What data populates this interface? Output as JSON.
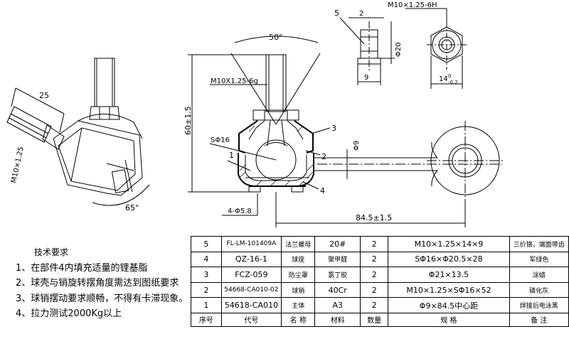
{
  "drawing": {
    "angle_top": "50°",
    "angle_side": "65°",
    "thread_label": "M10X1.25-6g",
    "thread_left": "M10×1.25",
    "dim_25": "25",
    "dim_60": "60±1.5",
    "dim_sphere": "SΦ16",
    "dim_phi9": "Φ9",
    "dim_phi58": "4-Φ5.8",
    "dim_len": "84.5±1.5",
    "nut_thread": "M10×1.25-6H",
    "nut_dia": "Φ20",
    "nut_9": "9",
    "nut_2": "2",
    "nut_14": "14",
    "nut_14_tol": "0",
    "nut_14_tol2": "-0.2",
    "callouts": [
      "1",
      "2",
      "3",
      "4",
      "5"
    ]
  },
  "requirements": {
    "title": "技术要求",
    "items": [
      "1、在部件4内填充适量的锂基脂",
      "2、球壳与销旋转摆角度需达到图纸要求",
      "3、球销摆动要求顺畅，不得有卡滞现象。",
      "4、拉力测试2000Kg以上"
    ]
  },
  "bom": {
    "rows": [
      {
        "no": "5",
        "code": "FL-LM-101409A",
        "name": "法兰螺母",
        "material": "20#",
        "qty": "2",
        "spec": "M10×1.25×14×9",
        "note": "三价铬，端面带齿"
      },
      {
        "no": "4",
        "code": "QZ-16-1",
        "name": "球座",
        "material": "聚甲醛",
        "qty": "2",
        "spec": "SΦ16×Φ20.5×28",
        "note": "军绿色"
      },
      {
        "no": "3",
        "code": "FCZ-059",
        "name": "防尘罩",
        "material": "氯丁胶",
        "qty": "2",
        "spec": "Φ21×13.5",
        "note": "涂蜡"
      },
      {
        "no": "2",
        "code": "54668-CA010-02",
        "name": "球销",
        "material": "40Cr",
        "qty": "2",
        "spec": "M10×1.25×SΦ16×52",
        "note": "磷化灰"
      },
      {
        "no": "1",
        "code": "54618-CA010",
        "name": "主体",
        "material": "A3",
        "qty": "2",
        "spec": "Φ9×84.5中心距",
        "note": "焊接后电泳黑"
      }
    ],
    "header": {
      "no": "序号",
      "code": "代号",
      "name": "名 称",
      "material": "材料",
      "qty": "数量",
      "spec": "规 格",
      "note": "备 注"
    }
  }
}
